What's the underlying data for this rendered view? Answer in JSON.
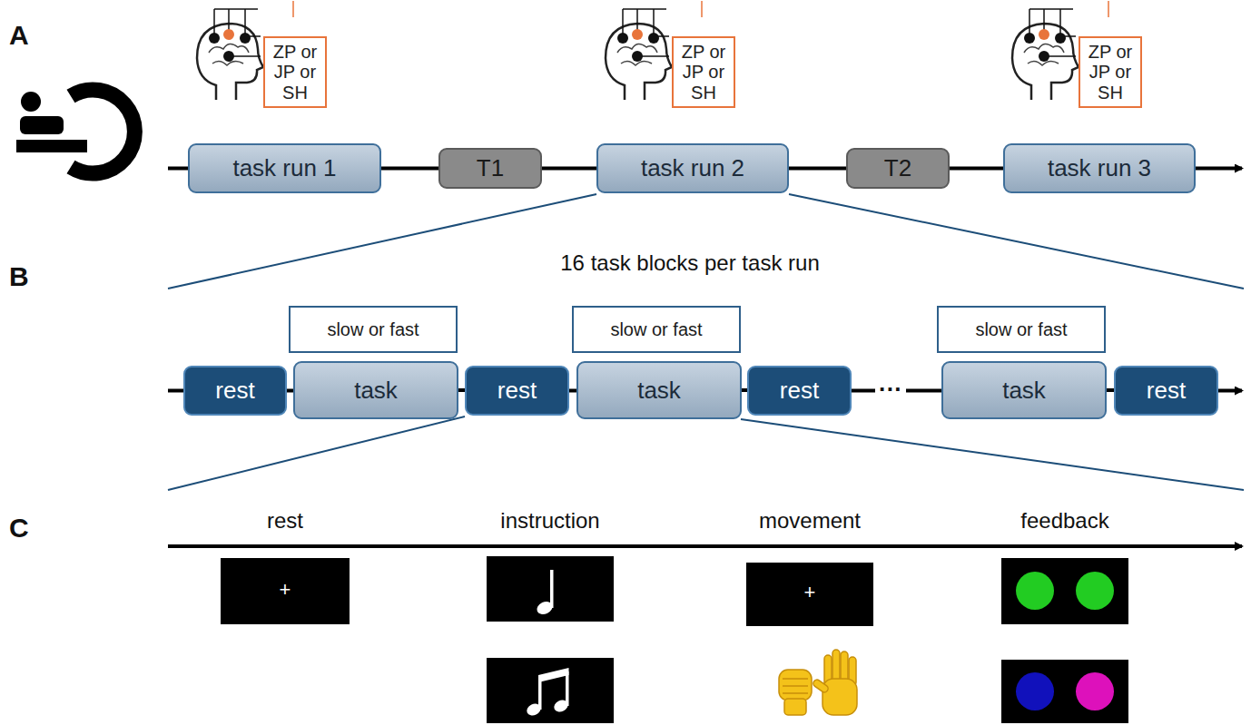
{
  "diagram": {
    "nodes": [
      {
        "text": [
          "ZP or JP or SH"
        ]
      },
      {
        "text": [
          "ZP or JP or SH"
        ]
      },
      {
        "text": [
          "ZP or JP or SH"
        ]
      },
      {
        "text": [
          "task run 1"
        ]
      },
      {
        "text": [
          "T1"
        ]
      },
      {
        "text": [
          "task run 2"
        ]
      },
      {
        "text": [
          "T2"
        ]
      },
      {
        "text": [
          "task run 3"
        ]
      },
      {
        "text": [
          "rest"
        ]
      },
      {
        "text": [
          "slow or fast"
        ]
      },
      {
        "text": [
          "task"
        ]
      },
      {
        "text": [
          "rest"
        ]
      },
      {
        "text": [
          "slow or fast"
        ]
      },
      {
        "text": [
          "task"
        ]
      },
      {
        "text": [
          "rest"
        ]
      },
      {
        "text": [
          "slow or fast"
        ]
      },
      {
        "text": [
          "task"
        ]
      },
      {
        "text": [
          "rest"
        ]
      }
    ],
    "edges": [
      {
        "from": 3,
        "to": 4,
        "arrow": "none"
      },
      {
        "from": 4,
        "to": 5,
        "arrow": "none"
      },
      {
        "from": 5,
        "to": 6,
        "arrow": "none"
      },
      {
        "from": 6,
        "to": 7,
        "arrow": "none"
      },
      {
        "from": 8,
        "to": 10,
        "arrow": "none"
      },
      {
        "from": 10,
        "to": 11,
        "arrow": "none"
      },
      {
        "from": 11,
        "to": 13,
        "arrow": "none"
      },
      {
        "from": 13,
        "to": 14,
        "arrow": "none"
      },
      {
        "from": 16,
        "to": 17,
        "arrow": "none"
      }
    ],
    "labels": [
      "A",
      "B",
      "C",
      "16 task blocks per task run",
      "···",
      "rest",
      "instruction",
      "movement",
      "feedback",
      "+",
      "+"
    ]
  }
}
